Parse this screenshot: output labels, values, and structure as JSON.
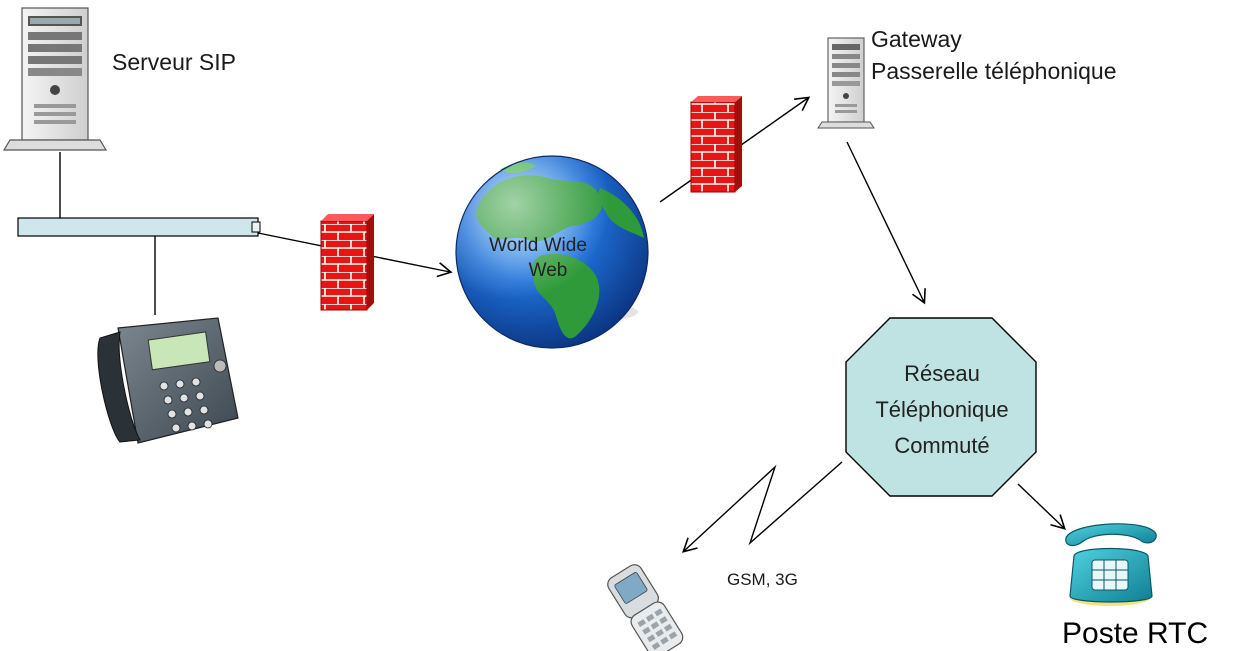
{
  "labels": {
    "sip_server": "Serveur SIP",
    "gateway_line1": "Gateway",
    "gateway_line2": "Passerelle téléphonique",
    "globe_line1": "World Wide",
    "globe_line2": "Web",
    "network_line1": "Réseau",
    "network_line2": "Téléphonique",
    "network_line3": "Commuté",
    "mobile_link": "GSM, 3G",
    "pstn_phone": "Poste RTC"
  },
  "colors": {
    "firewall_red": "#e41616",
    "ocean_blue": "#1e6fd6",
    "land_green": "#2f9a3a",
    "network_fill": "#bfe3e3",
    "lan_bar": "#cfe6ea",
    "phone_teal": "#1aa7b8"
  },
  "icons": [
    "server-icon",
    "firewall-icon",
    "globe-icon",
    "ip-phone-icon",
    "mobile-phone-icon",
    "rotary-phone-icon"
  ]
}
